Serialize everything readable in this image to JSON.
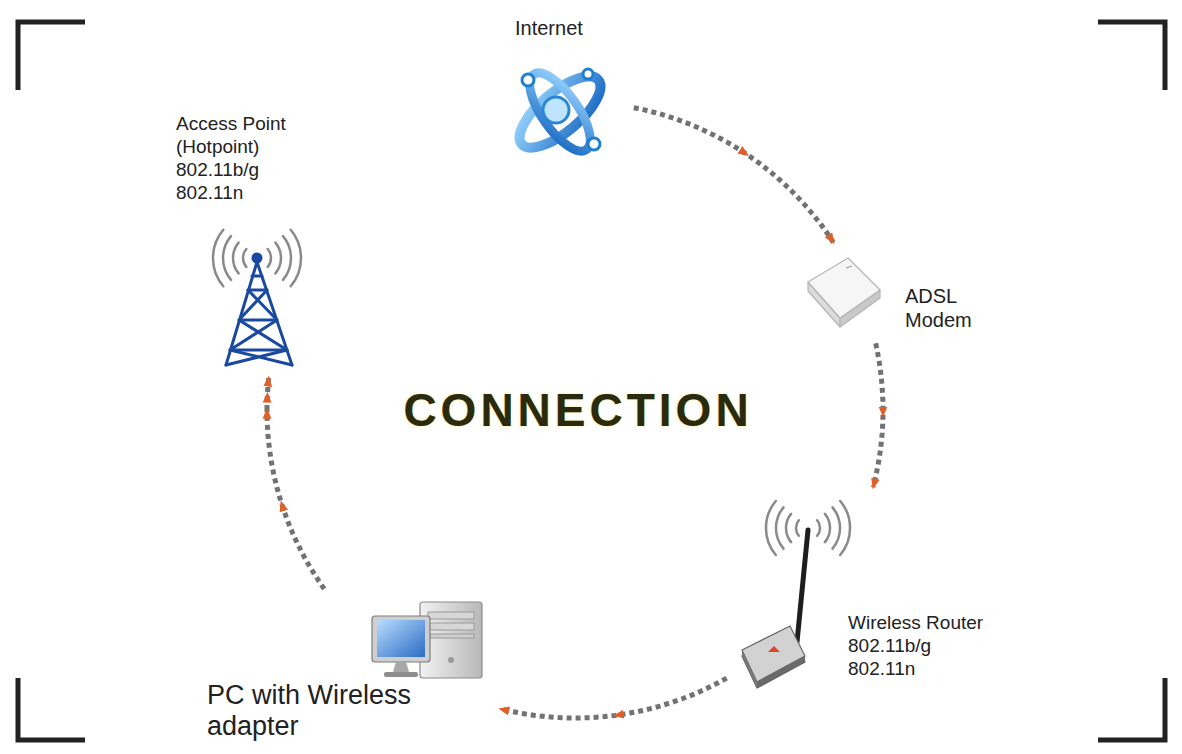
{
  "diagram": {
    "title": "CONNECTION",
    "nodes": [
      {
        "text": [
          "Internet"
        ]
      },
      {
        "text": [
          "Access Point (Hotpoint)",
          "802.11b/g",
          "802.11n"
        ]
      },
      {
        "text": [
          "ADSL Modem"
        ]
      },
      {
        "text": [
          "Wireless Router",
          "802.11b/g",
          "802.11n"
        ]
      },
      {
        "text": [
          "PC with Wireless adapter"
        ]
      }
    ],
    "edges": [
      {
        "from": 0,
        "to": 2,
        "arrow": "to"
      },
      {
        "from": 2,
        "to": 3,
        "arrow": "to"
      },
      {
        "from": 3,
        "to": 4,
        "arrow": "to"
      },
      {
        "from": 4,
        "to": 1,
        "arrow": "to"
      },
      {
        "from": 1,
        "to": 0,
        "arrow": "to"
      }
    ]
  }
}
